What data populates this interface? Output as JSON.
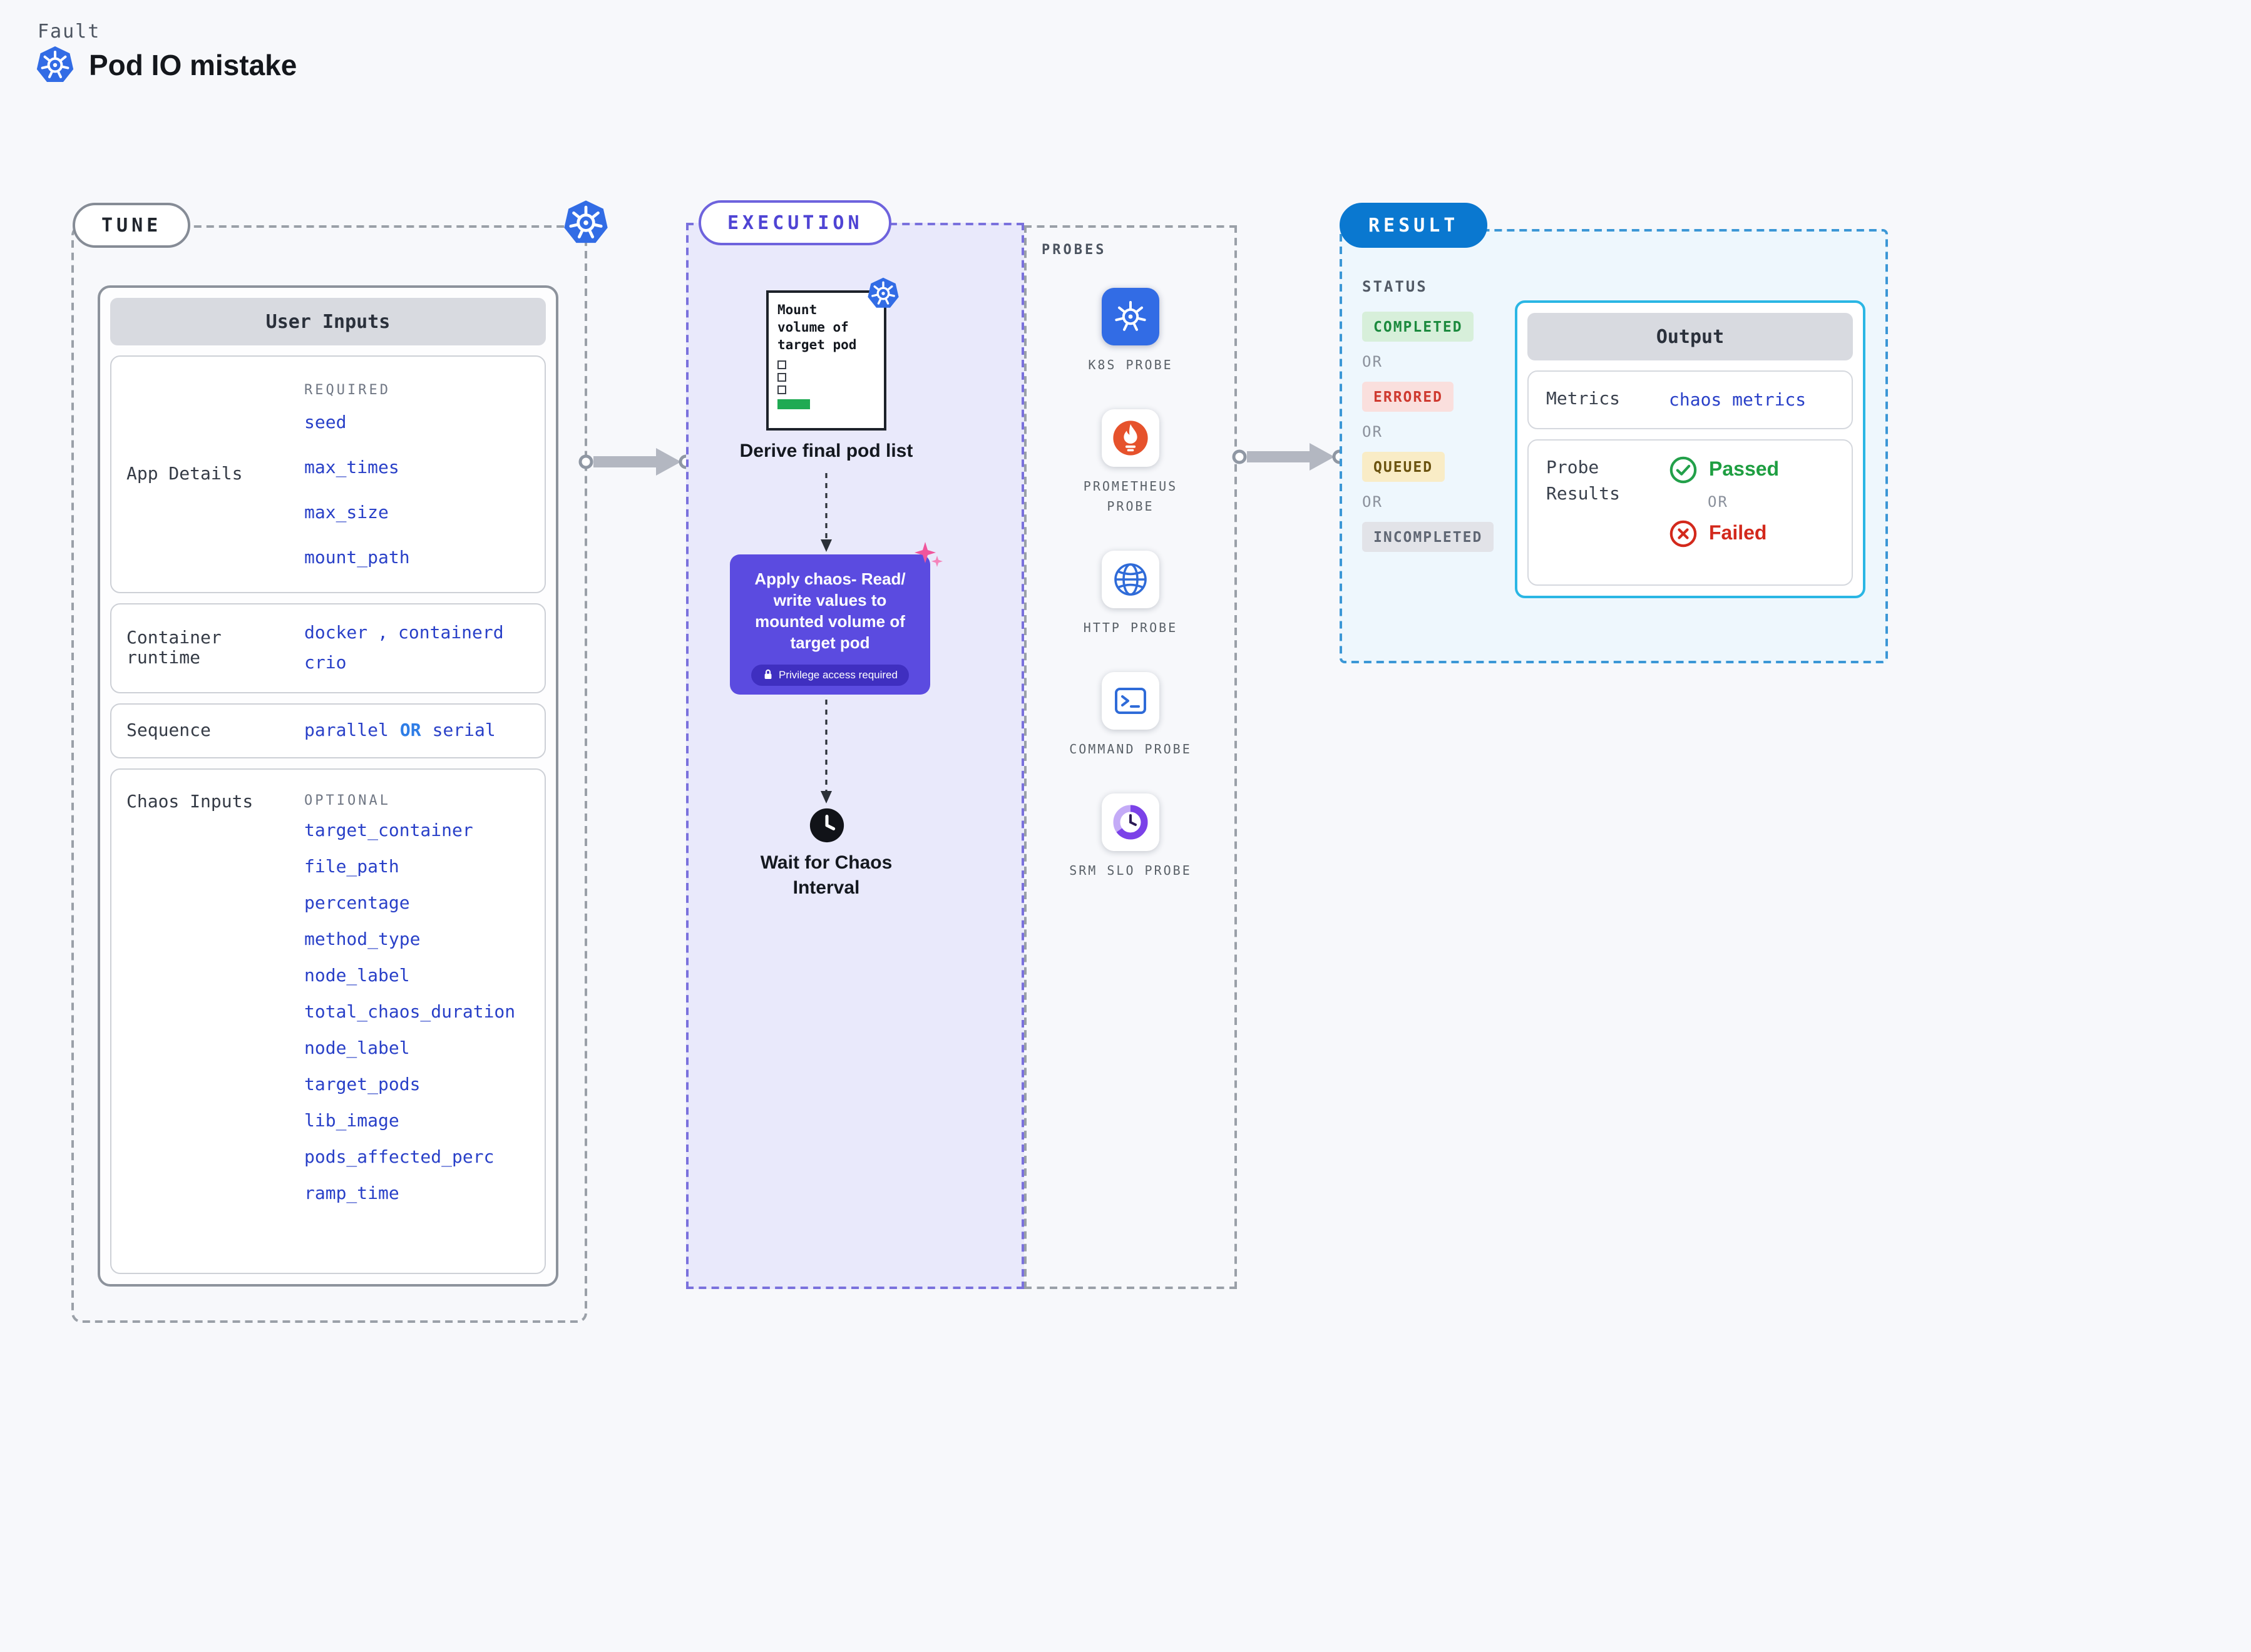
{
  "header": {
    "eyebrow": "Fault",
    "title": "Pod IO mistake"
  },
  "tune": {
    "label": "TUNE",
    "user_inputs_title": "User Inputs",
    "app_details": {
      "label": "App Details",
      "tag": "REQUIRED",
      "params": [
        "seed",
        "max_times",
        "max_size",
        "mount_path"
      ]
    },
    "container_runtime": {
      "label": "Container runtime",
      "sep": ",",
      "values": [
        "docker",
        "containerd",
        "crio"
      ]
    },
    "sequence": {
      "label": "Sequence",
      "first": "parallel",
      "or": "OR",
      "second": "serial"
    },
    "chaos_inputs": {
      "label": "Chaos Inputs",
      "tag": "OPTIONAL",
      "params": [
        "target_container",
        "file_path",
        "percentage",
        "method_type",
        "node_label",
        "total_chaos_duration",
        "node_label",
        "target_pods",
        "lib_image",
        "pods_affected_perc",
        "ramp_time"
      ]
    }
  },
  "execution": {
    "label": "EXECUTION",
    "note_card": {
      "text": "Mount volume of target pod",
      "caption": "Derive final pod list"
    },
    "chaos_step": {
      "text": "Apply chaos- Read/ write values to mounted volume of target pod",
      "badge": "Privilege access required"
    },
    "wait_step": {
      "text": "Wait for Chaos Interval"
    }
  },
  "probes": {
    "label": "PROBES",
    "items": [
      {
        "name": "K8S PROBE"
      },
      {
        "name": "PROMETHEUS PROBE"
      },
      {
        "name": "HTTP PROBE"
      },
      {
        "name": "COMMAND PROBE"
      },
      {
        "name": "SRM SLO PROBE"
      }
    ]
  },
  "result": {
    "label": "RESULT",
    "status_title": "STATUS",
    "or": "OR",
    "statuses": [
      {
        "label": "COMPLETED",
        "kind": "completed"
      },
      {
        "label": "ERRORED",
        "kind": "errored"
      },
      {
        "label": "QUEUED",
        "kind": "queued"
      },
      {
        "label": "INCOMPLETED",
        "kind": "incompleted"
      }
    ],
    "output": {
      "title": "Output",
      "metrics_label": "Metrics",
      "metrics_value": "chaos metrics",
      "probe_results_label": "Probe Results",
      "passed": "Passed",
      "or": "OR",
      "failed": "Failed"
    }
  },
  "colors": {
    "accent_blue": "#326ce5",
    "param_blue": "#2940c8",
    "exec_purple": "#5b4be0",
    "result_blue": "#0a78d0",
    "passed_green": "#1e9e41",
    "failed_red": "#d3291c"
  }
}
